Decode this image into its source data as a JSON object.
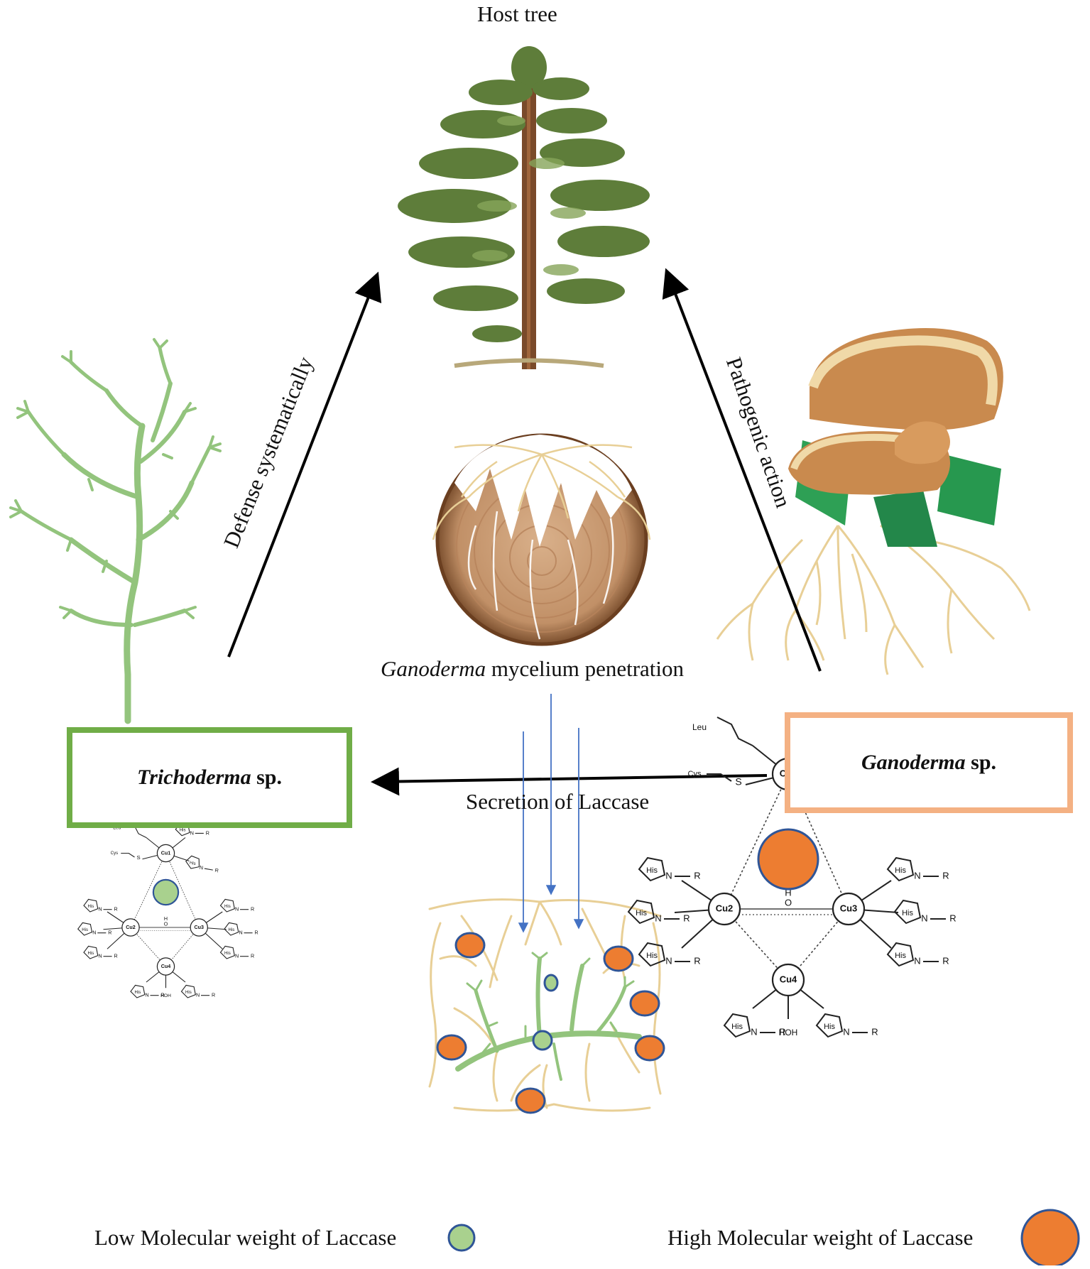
{
  "labels": {
    "host_tree": "Host tree",
    "defense": "Defense systematically",
    "pathogenic": "Pathogenic action",
    "penetration_italic": "Ganoderma",
    "penetration_rest": " mycelium penetration",
    "secretion": "Secretion of Laccase"
  },
  "boxes": {
    "trichoderma": {
      "genus": "Trichoderma",
      "suffix": " sp."
    },
    "ganoderma": {
      "genus": "Ganoderma",
      "suffix": " sp."
    }
  },
  "legend": {
    "low": "Low Molecular weight of Laccase",
    "high": "High Molecular weight of Laccase"
  },
  "chem": {
    "cu1": "Cu1",
    "cu2": "Cu2",
    "cu3": "Cu3",
    "cu4": "Cu4",
    "his": "His",
    "leu": "Leu",
    "cys": "Cys",
    "s": "S",
    "n": "N",
    "r": "R",
    "h": "H",
    "o": "O"
  },
  "colors": {
    "trichoderma_green": "#70ad47",
    "ganoderma_peach": "#f4b183",
    "laccase_orange": "#ed7d31",
    "laccase_green": "#a9d18e",
    "circle_outline": "#2f5597",
    "arrow_blue": "#4472c4",
    "hyphae": "#e8cf96",
    "plant_green": "#93c47d"
  }
}
